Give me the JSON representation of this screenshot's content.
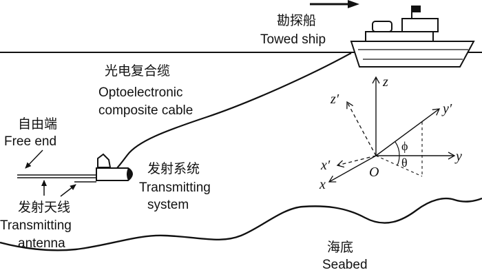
{
  "ship": {
    "label_zh": "勘探船",
    "label_en": "Towed ship"
  },
  "cable": {
    "label_zh": "光电复合缆",
    "label_en_line1": "Optoelectronic",
    "label_en_line2": "composite cable"
  },
  "free_end": {
    "label_zh": "自由端",
    "label_en": "Free end"
  },
  "transmitting_system": {
    "label_zh": "发射系统",
    "label_en_line1": "Transmitting",
    "label_en_line2": "system"
  },
  "transmitting_antenna": {
    "label_zh": "发射天线",
    "label_en_line1": "Transmitting",
    "label_en_line2": "antenna"
  },
  "seabed": {
    "label_zh": "海底",
    "label_en": "Seabed"
  },
  "axes": {
    "z": "z",
    "z_prime": "z′",
    "y": "y",
    "y_prime": "y′",
    "x": "x",
    "x_prime": "x′",
    "origin": "O",
    "phi": "ϕ",
    "theta": "θ"
  }
}
